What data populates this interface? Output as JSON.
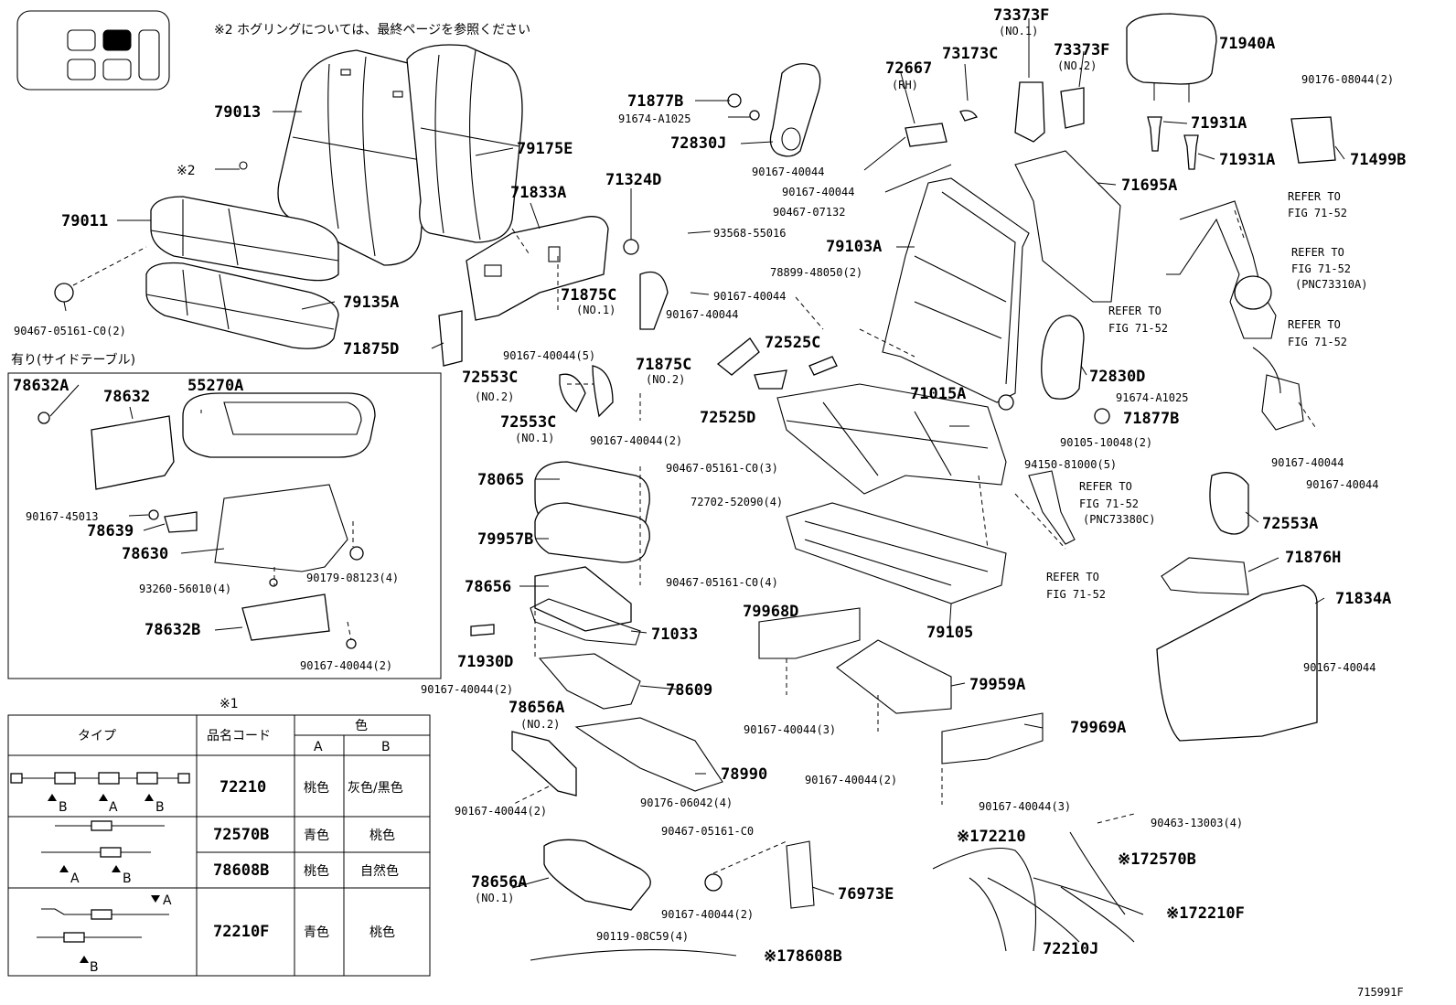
{
  "header": {
    "note2": "※2 ホグリングについては、最終ページを参照ください",
    "note2_marker": "※2",
    "table_marker": "※1",
    "diagram_id": "715991F"
  },
  "inset": {
    "title": "有り(サイドテーブル)"
  },
  "table": {
    "col_type": "タイプ",
    "col_code": "品名コード",
    "col_color": "色",
    "col_a": "A",
    "col_b": "B",
    "rows": [
      {
        "code": "72210",
        "a": "桃色",
        "b": "灰色/黒色"
      },
      {
        "code": "72570B",
        "a": "青色",
        "b": "桃色"
      },
      {
        "code": "78608B",
        "a": "桃色",
        "b": "自然色"
      },
      {
        "code": "72210F",
        "a": "青色",
        "b": "桃色"
      }
    ],
    "marker_a": "A",
    "marker_b": "B"
  },
  "labels": {
    "p79013": "79013",
    "p79175E": "79175E",
    "p79011": "79011",
    "p79135A": "79135A",
    "p90467_05161": "90467-05161-C0(2)",
    "p71833A": "71833A",
    "p71324D": "71324D",
    "p93568": "93568-55016",
    "p71875C1": "71875C",
    "p71875C1_sub": "(NO.1)",
    "p90167_a": "90167-40044",
    "p90167_b": "90167-40044",
    "p90167_5": "90167-40044(5)",
    "p71875D": "71875D",
    "p71877B_top": "71877B",
    "p91674_top": "91674-A1025",
    "p72830J": "72830J",
    "p72667": "72667",
    "p72667_sub": "(RH)",
    "p73173C": "73173C",
    "p73373F1": "73373F",
    "p73373F1_sub": "(NO.1)",
    "p73373F2": "73373F",
    "p73373F2_sub": "(NO.2)",
    "p71940A": "71940A",
    "p90176_08044": "90176-08044(2)",
    "p71931A_1": "71931A",
    "p71931A_2": "71931A",
    "p71499B": "71499B",
    "p90167_c": "90167-40044",
    "p90167_d": "90167-40044",
    "p90467_07132": "90467-07132",
    "p71695A": "71695A",
    "p79103A": "79103A",
    "p78899": "78899-48050(2)",
    "p72525C": "72525C",
    "p71875C2": "71875C",
    "p71875C2_sub": "(NO.2)",
    "p72553C2": "72553C",
    "p72553C2_sub": "(NO.2)",
    "p72553C1": "72553C",
    "p72553C1_sub": "(NO.1)",
    "p90167_2a": "90167-40044(2)",
    "p72525D": "72525D",
    "p72830D": "72830D",
    "p91674_r": "91674-A1025",
    "p71877B_r": "71877B",
    "p71015A": "71015A",
    "p90105": "90105-10048(2)",
    "p94150": "94150-81000(5)",
    "ref1a": "REFER TO",
    "ref1b": "FIG 71-52",
    "ref2a": "REFER TO",
    "ref2b": "FIG 71-52",
    "ref2c": "(PNC73310A)",
    "ref3a": "REFER TO",
    "ref3b": "FIG 71-52",
    "ref4a": "REFER TO",
    "ref4b": "FIG 71-52",
    "ref5a": "REFER TO",
    "ref5b": "FIG 71-52",
    "ref5c": "(PNC73380C)",
    "ref6a": "REFER TO",
    "ref6b": "FIG 71-52",
    "p90167_e": "90167-40044",
    "p90167_f": "90167-40044",
    "p72553A": "72553A",
    "p71876H": "71876H",
    "p71834A": "71834A",
    "p90167_g": "90167-40044",
    "p78065": "78065",
    "p90467_3": "90467-05161-C0(3)",
    "p79957B": "79957B",
    "p72702": "72702-52090(4)",
    "p78656": "78656",
    "p90467_4": "90467-05161-C0(4)",
    "p71033": "71033",
    "p71930D": "71930D",
    "p79105": "79105",
    "p79968D": "79968D",
    "p90167_2b": "90167-40044(2)",
    "p78609": "78609",
    "p78656A2": "78656A",
    "p78656A2_sub": "(NO.2)",
    "p79959A": "79959A",
    "p90167_3a": "90167-40044(3)",
    "p79969A": "79969A",
    "p78990": "78990",
    "p90167_2c": "90167-40044(2)",
    "p90176_06042": "90176-06042(4)",
    "p90167_2d": "90167-40044(2)",
    "p90167_3b": "90167-40044(3)",
    "p90467_single": "90467-05161-C0",
    "p172210": "※172210",
    "p90463": "90463-13003(4)",
    "p172570B": "※172570B",
    "p78656A1": "78656A",
    "p78656A1_sub": "(NO.1)",
    "p76973E": "76973E",
    "p90167_2e": "90167-40044(2)",
    "p90119": "90119-08C59(4)",
    "p172210F": "※172210F",
    "p72210J": "72210J",
    "p178608B": "※178608B",
    "i78632A": "78632A",
    "i78632": "78632",
    "i55270A": "55270A",
    "i90167_45013": "90167-45013",
    "i78639": "78639",
    "i78630": "78630",
    "i93260": "93260-56010(4)",
    "i90179": "90179-08123(4)",
    "i78632B": "78632B",
    "i90167_2": "90167-40044(2)"
  }
}
